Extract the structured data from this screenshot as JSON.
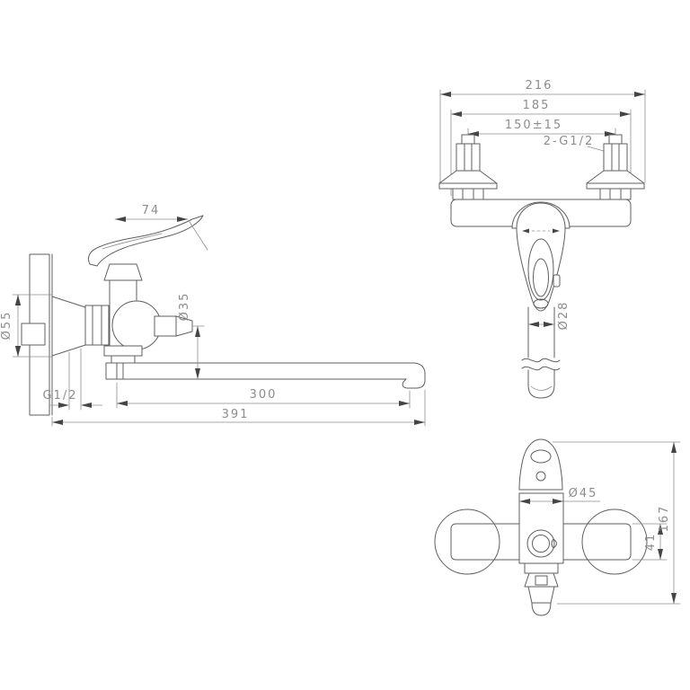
{
  "page": {
    "background": "#ffffff",
    "line_color": "#5f5f5f",
    "arrow_color": "#454545",
    "dim_text_color": "#8c8c8c"
  },
  "drawing": {
    "views": {
      "side": {
        "dims": {
          "handle_length": "74",
          "flange_diameter": "Ø55",
          "body_diameter": "Ø35",
          "inlet_thread": "G1/2",
          "spout_reach": "300",
          "overall_length": "391"
        }
      },
      "front": {
        "dims": {
          "overall_width": "216",
          "body_width": "185",
          "connection_centers": "150±15",
          "connections_thread": "2-G1/2",
          "spout_diameter": "Ø28"
        }
      },
      "top": {
        "dims": {
          "body_diameter": "Ø45",
          "body_depth": "41",
          "overall_height": "167"
        }
      }
    }
  }
}
